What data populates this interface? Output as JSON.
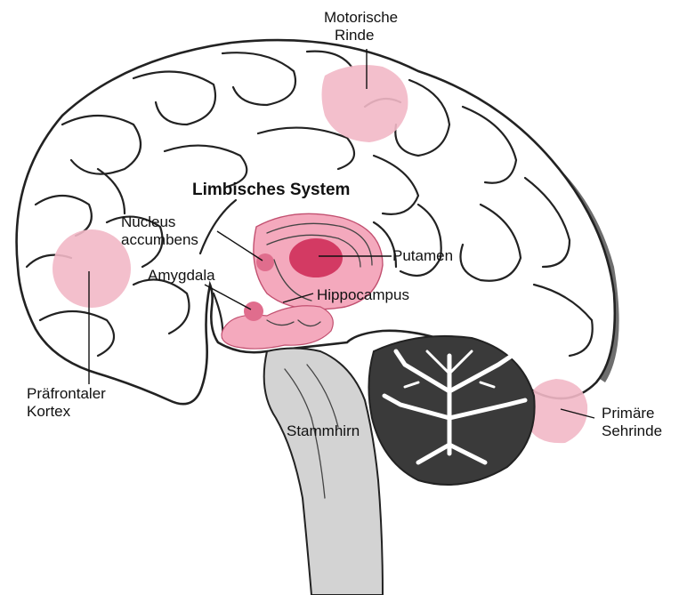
{
  "labels": {
    "motor_cortex_line1": "Motorische",
    "motor_cortex_line2": "Rinde",
    "limbic_system": "Limbisches System",
    "nucleus_line1": "Nucleus",
    "nucleus_line2": "accumbens",
    "putamen": "Putamen",
    "amygdala": "Amygdala",
    "hippocampus": "Hippocampus",
    "prefrontal_line1": "Präfrontaler",
    "prefrontal_line2": "Kortex",
    "brainstem": "Stammhirn",
    "visual_cortex_line1": "Primäre",
    "visual_cortex_line2": "Sehrinde"
  },
  "colors": {
    "highlight_region": "#f2b8c6",
    "limbic_light": "#f4a9bd",
    "limbic_dark": "#d33a63",
    "outline": "#222222",
    "dark_cortex_edge": "#6e6e6e",
    "brainstem_gray": "#b9b9b9",
    "cerebellum_dark": "#3a3a3a"
  }
}
